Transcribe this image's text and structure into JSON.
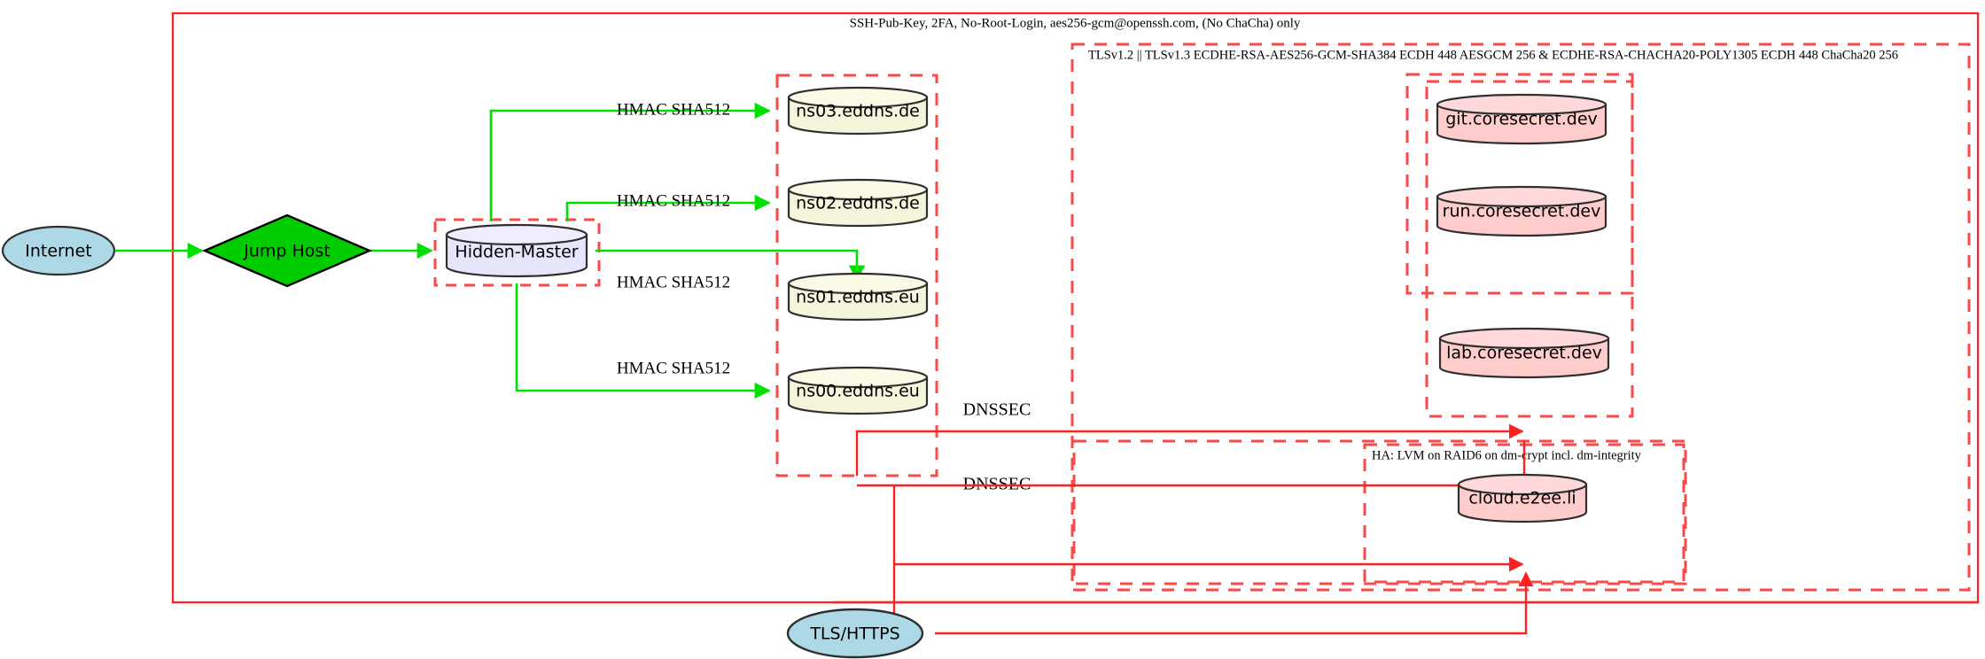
{
  "diagram": {
    "title_labels": {
      "ssh_policy": "SSH-Pub-Key, 2FA, No-Root-Login, aes256-gcm@openssh.com, (No ChaCha) only",
      "tls_policy": "TLSv1.2 || TLSv1.3 ECDHE-RSA-AES256-GCM-SHA384 ECDH 448 AESGCM 256 & ECDHE-RSA-CHACHA20-POLY1305 ECDH 448 ChaCha20 256",
      "ha_policy": "HA: LVM on RAID6 on dm-crypt incl. dm-integrity"
    },
    "nodes": {
      "internet": "Internet",
      "jump_host": "Jump Host",
      "hidden_master": "Hidden-Master",
      "ns03": "ns03.eddns.de",
      "ns02": "ns02.eddns.de",
      "ns01": "ns01.eddns.eu",
      "ns00": "ns00.eddns.eu",
      "git": "git.coresecret.dev",
      "run": "run.coresecret.dev",
      "lab": "lab.coresecret.dev",
      "cloud": "cloud.e2ee.li",
      "tls_https": "TLS/HTTPS"
    },
    "edge_labels": {
      "hmac_ns03": "HMAC SHA512",
      "hmac_ns02": "HMAC SHA512",
      "hmac_ns01": "HMAC SHA512",
      "hmac_ns00": "HMAC SHA512",
      "dnssec_upper": "DNSSEC",
      "dnssec_lower": "DNSSEC"
    },
    "colors": {
      "boundary_red": "#ff2020",
      "cluster_dashed_red": "#fa4a4a",
      "edge_green": "#00e000",
      "edge_red": "#ff2020",
      "node_internet_fill": "#add8e6",
      "node_jump_fill": "#00cc00",
      "node_master_fill": "#e6e6fa",
      "node_dns_fill": "#f5f5dc",
      "node_service_fill": "#ffcccc",
      "node_stroke": "#2f2f2f"
    }
  }
}
